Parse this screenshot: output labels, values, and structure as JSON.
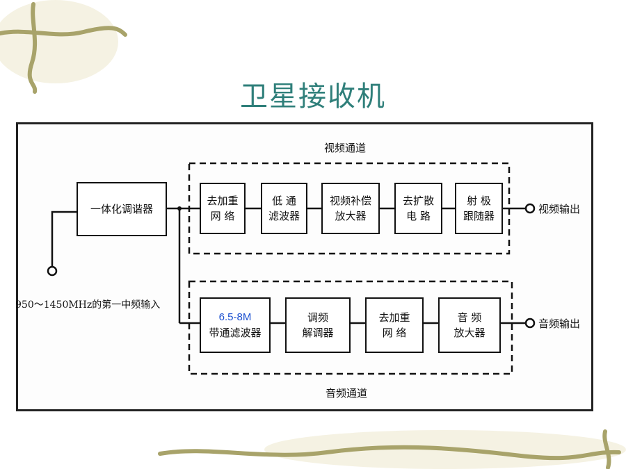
{
  "title": "卫星接收机",
  "input_label": "950～1450MHz的第一中频输入",
  "tuner": "一体化调谐器",
  "video_channel": {
    "label": "视频通道",
    "blocks": [
      {
        "line1": "去加重",
        "line2": "网  络"
      },
      {
        "line1": "低  通",
        "line2": "滤波器"
      },
      {
        "line1": "视频补偿",
        "line2": "放大器"
      },
      {
        "line1": "去扩散",
        "line2": "电  路"
      },
      {
        "line1": "射  极",
        "line2": "跟随器"
      }
    ],
    "output": "视频输出"
  },
  "audio_channel": {
    "label": "音频通道",
    "blocks": [
      {
        "line1": "6.5-8M",
        "line2": "带通滤波器"
      },
      {
        "line1": "调频",
        "line2": "解调器"
      },
      {
        "line1": "去加重",
        "line2": "网  络"
      },
      {
        "line1": "音  频",
        "line2": "放大器"
      }
    ],
    "output": "音频输出"
  },
  "colors": {
    "title": "#2f7f7a",
    "annotation": "#1a4fd0"
  }
}
